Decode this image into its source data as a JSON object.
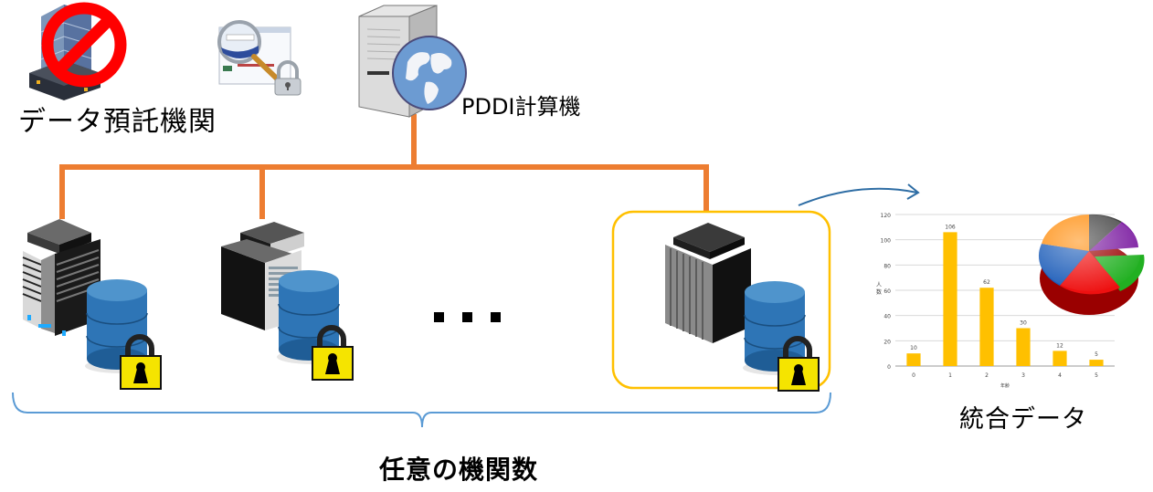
{
  "diagram": {
    "title": "PDDI distributed computation overview",
    "labels": {
      "depository": "データ預託機関",
      "pddi_computer": "PDDI計算機",
      "integrated_data": "統合データ",
      "arbitrary_institutions": "任意の機関数"
    },
    "icons": {
      "depository": "building-prohibited-icon",
      "secure_browser": "secure-web-lookup-icon",
      "pddi_server": "server-globe-icon",
      "institutions": [
        "office-building-icon",
        "office-building-icon",
        "office-building-icon"
      ],
      "database": "locked-database-icon",
      "ellipsis": "ellipsis-icon",
      "pie": "pie-chart-icon",
      "arrow": "curved-arrow-icon"
    },
    "colors": {
      "connector": "#ED7D31",
      "highlight_box": "#FFC000",
      "brace": "#5B9BD5",
      "arrow": "#2E6DA4",
      "bar": "#FFC000",
      "db": "#2E75B6",
      "lock": "#F5E400"
    },
    "ellipsis": "…"
  },
  "chart_data": {
    "type": "bar",
    "title": "",
    "xlabel": "年齢",
    "ylabel": "人数",
    "categories": [
      "0",
      "1",
      "2",
      "3",
      "4",
      "5"
    ],
    "values": [
      10,
      106,
      62,
      30,
      12,
      5
    ],
    "data_labels": [
      "10",
      "106",
      "62",
      "30",
      "12",
      "5"
    ],
    "ylim": [
      0,
      120
    ],
    "yticks": [
      0,
      20,
      40,
      60,
      80,
      100,
      120
    ],
    "grid": true,
    "legend": "none",
    "bar_color": "#FFC000"
  }
}
